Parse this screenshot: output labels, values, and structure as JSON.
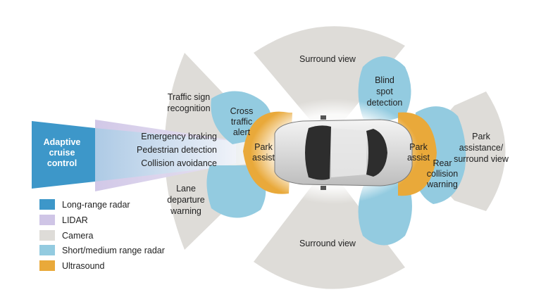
{
  "colors": {
    "long_range_radar": "#3d97c9",
    "lidar": "#cfc5e6",
    "camera": "#dedcd8",
    "short_medium_radar": "#93cbe0",
    "ultrasound": "#e9a93a"
  },
  "legend": [
    {
      "label": "Long-range radar",
      "color_key": "long_range_radar"
    },
    {
      "label": "LIDAR",
      "color_key": "lidar"
    },
    {
      "label": "Camera",
      "color_key": "camera"
    },
    {
      "label": "Short/medium range radar",
      "color_key": "short_medium_radar"
    },
    {
      "label": "Ultrasound",
      "color_key": "ultrasound"
    }
  ],
  "labels": {
    "adaptive_cruise": [
      "Adaptive",
      "cruise",
      "control"
    ],
    "traffic_sign": [
      "Traffic sign",
      "recognition"
    ],
    "emergency_braking": "Emergency braking",
    "pedestrian_detection": "Pedestrian detection",
    "collision_avoidance": "Collision avoidance",
    "lane_departure": [
      "Lane",
      "departure",
      "warning"
    ],
    "cross_traffic": [
      "Cross",
      "traffic",
      "alert"
    ],
    "park_assist_front": [
      "Park",
      "assist"
    ],
    "surround_view_top": "Surround view",
    "surround_view_bottom": "Surround view",
    "blind_spot": [
      "Blind",
      "spot",
      "detection"
    ],
    "park_assist_rear": [
      "Park",
      "assist"
    ],
    "rear_collision": [
      "Rear",
      "collision",
      "warning"
    ],
    "park_surround": [
      "Park",
      "assistance/",
      "surround view"
    ]
  }
}
